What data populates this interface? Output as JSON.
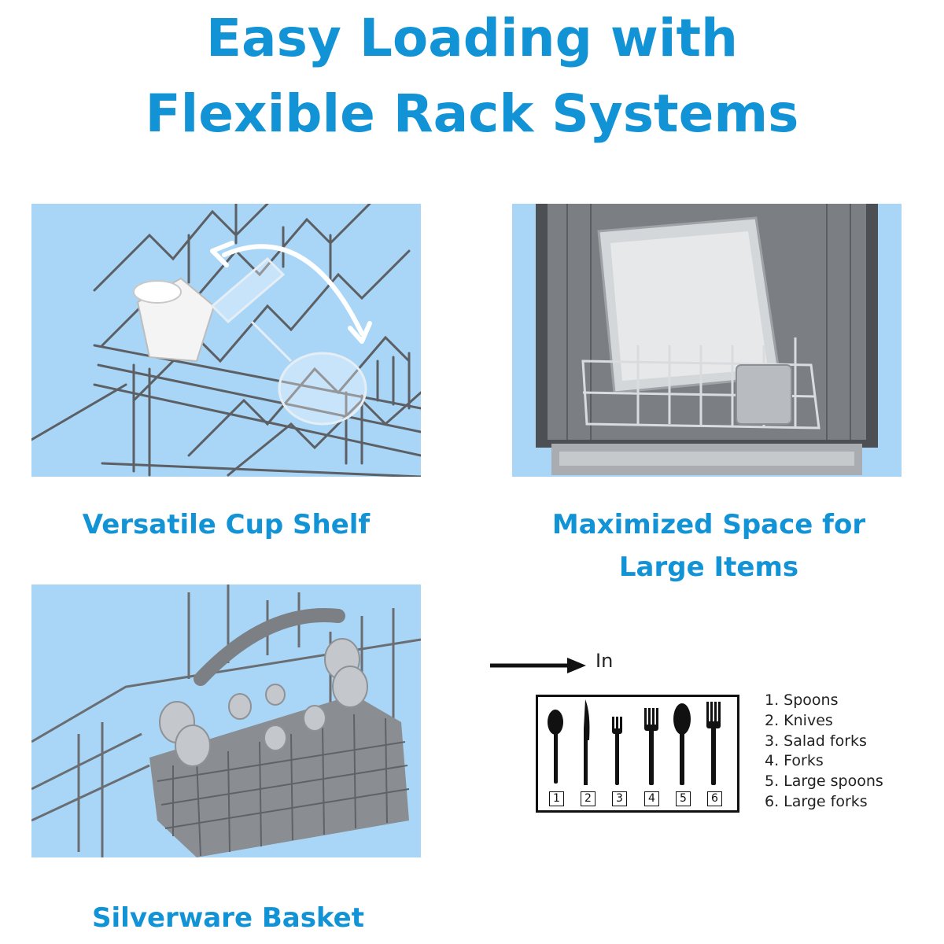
{
  "title": {
    "line1": "Easy Loading with",
    "line2": "Flexible Rack Systems"
  },
  "panels": [
    {
      "caption": "Versatile Cup Shelf"
    },
    {
      "caption_line1": "Maximized Space for",
      "caption_line2": "Large Items"
    },
    {
      "caption": "Silverware Basket"
    }
  ],
  "colors": {
    "accent": "#1193d6",
    "panel_background": "#a9d6f7"
  },
  "legend": {
    "arrow_label": "In",
    "slot_numbers": [
      "1",
      "2",
      "3",
      "4",
      "5",
      "6"
    ],
    "items": [
      "1. Spoons",
      "2. Knives",
      "3. Salad forks",
      "4. Forks",
      "5. Large spoons",
      "6. Large forks"
    ]
  }
}
